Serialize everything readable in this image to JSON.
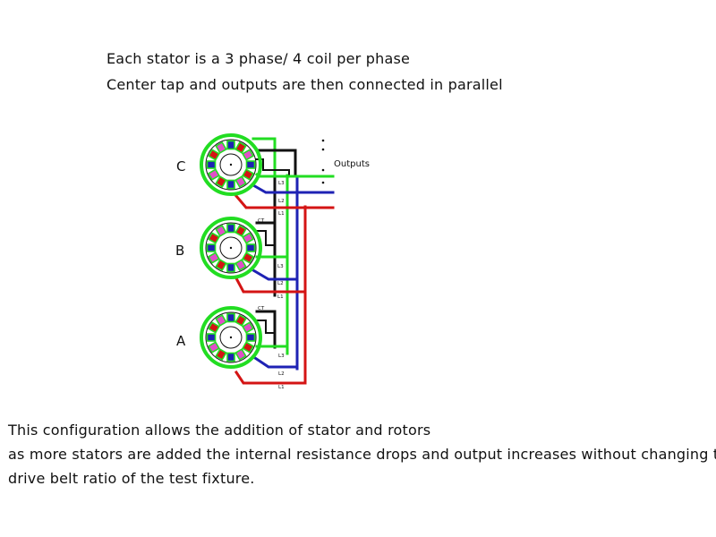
{
  "header": {
    "line1": "Each stator is a 3 phase/ 4 coil per phase",
    "line2": "Center tap and outputs are then connected in parallel"
  },
  "diagram": {
    "stators": [
      {
        "label": "C"
      },
      {
        "label": "B"
      },
      {
        "label": "A"
      }
    ],
    "outputs_label": "Outputs",
    "wire_labels": {
      "l1": "L1",
      "l2": "L2",
      "l3": "L3",
      "ct": "CT"
    },
    "colors": {
      "green": "#22dd22",
      "black": "#111111",
      "blue": "#1e22b4",
      "red": "#d41414",
      "pink": "#e050c8"
    }
  },
  "footer": {
    "line1": "This configuration allows the addition of stator and rotors",
    "line2": "as more stators are added the internal resistance drops and output increases without changing the",
    "line3": "drive belt ratio of the test fixture."
  }
}
